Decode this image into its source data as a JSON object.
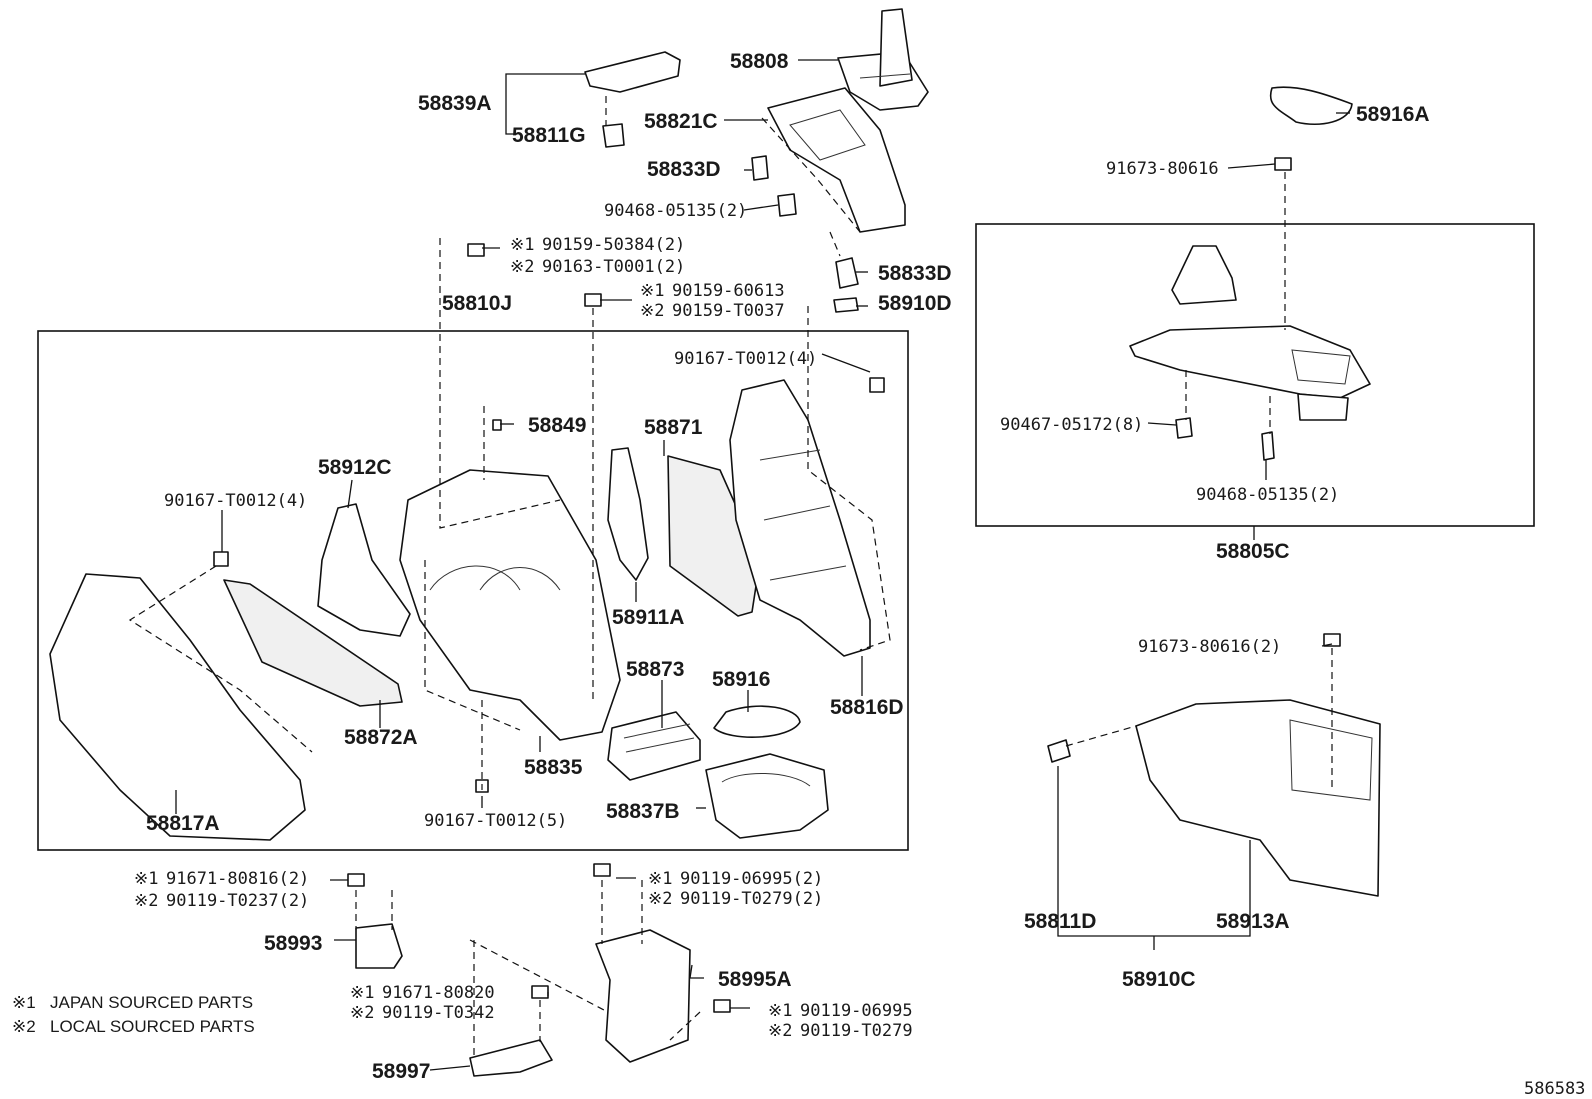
{
  "diagram_id": "586583",
  "group_labels": {
    "console_assy": "58810J",
    "box_sub_assy": "58805C",
    "rear_box_assy": "58910C",
    "panel_assy": "58839A"
  },
  "parts": {
    "p58808": "58808",
    "p58821C": "58821C",
    "p58833D_top": "58833D",
    "p90468_top": "90468-05135(2)",
    "p58811G": "58811G",
    "p58833D_mid": "58833D",
    "p58910D": "58910D",
    "p58916A": "58916A",
    "p91673_top": "91673-80616",
    "p90467": "90467-05172(8)",
    "p90468_box": "90468-05135(2)",
    "p90167_right": "90167-T0012(4)",
    "p58849": "58849",
    "p58871": "58871",
    "p58912C": "58912C",
    "p90167_left": "90167-T0012(4)",
    "p58911A": "58911A",
    "p58873": "58873",
    "p58916": "58916",
    "p58816D": "58816D",
    "p58872A": "58872A",
    "p58835": "58835",
    "p58817A": "58817A",
    "p90167_bottom": "90167-T0012(5)",
    "p58837B": "58837B",
    "p91673_mid": "91673-80616(2)",
    "p58811D": "58811D",
    "p58913A": "58913A",
    "p58993": "58993",
    "p58995A": "58995A",
    "p58997": "58997"
  },
  "alt_parts": {
    "a1": {
      "mark": "※1",
      "num": "90159-50384(2)"
    },
    "a2": {
      "mark": "※2",
      "num": "90163-T0001(2)"
    },
    "b1": {
      "mark": "※1",
      "num": "90159-60613"
    },
    "b2": {
      "mark": "※2",
      "num": "90159-T0037"
    },
    "c1": {
      "mark": "※1",
      "num": "91671-80816(2)"
    },
    "c2": {
      "mark": "※2",
      "num": "90119-T0237(2)"
    },
    "d1": {
      "mark": "※1",
      "num": "90119-06995(2)"
    },
    "d2": {
      "mark": "※2",
      "num": "90119-T0279(2)"
    },
    "e1": {
      "mark": "※1",
      "num": "91671-80820"
    },
    "e2": {
      "mark": "※2",
      "num": "90119-T0342"
    },
    "f1": {
      "mark": "※1",
      "num": "90119-06995"
    },
    "f2": {
      "mark": "※2",
      "num": "90119-T0279"
    }
  },
  "legend": [
    {
      "mark": "※1",
      "text": "JAPAN SOURCED PARTS"
    },
    {
      "mark": "※2",
      "text": "LOCAL SOURCED PARTS"
    }
  ]
}
